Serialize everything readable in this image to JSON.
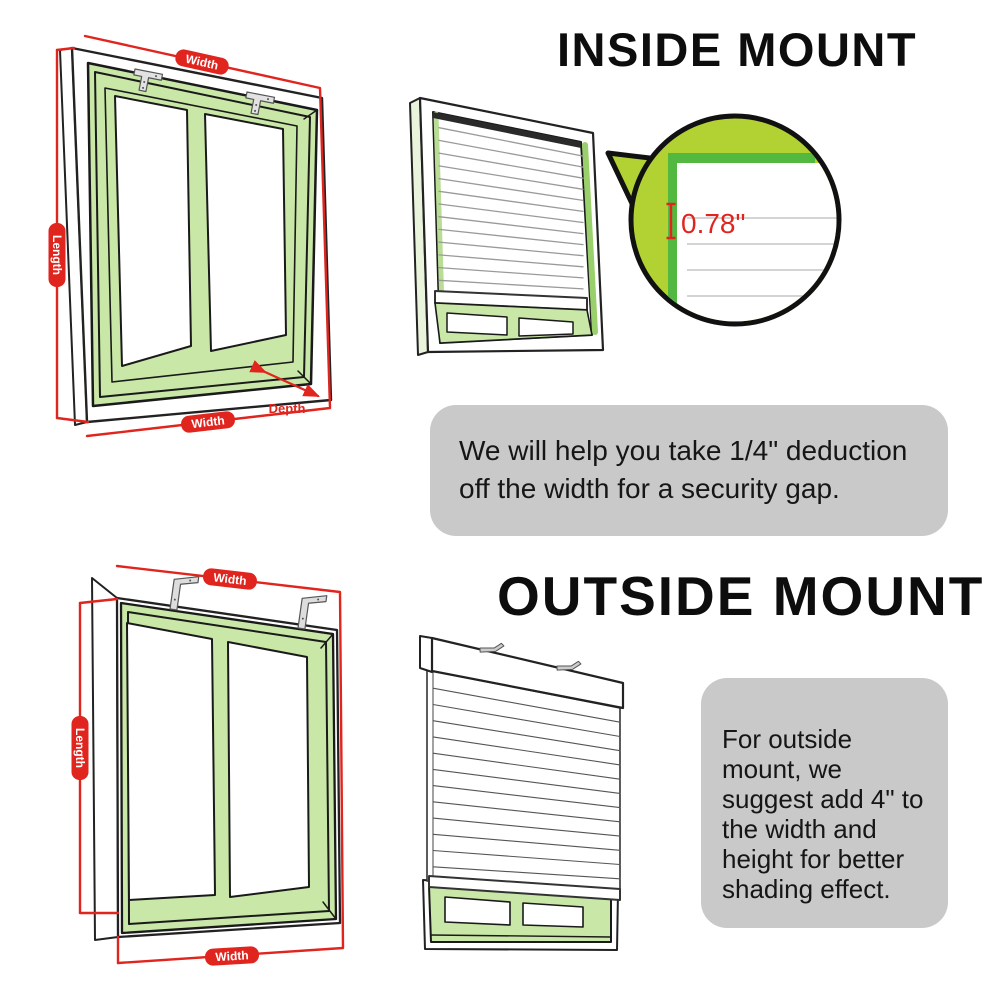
{
  "colors": {
    "red": "#e0251f",
    "frame_green": "#c9e7a6",
    "bubble_green": "#b2d233",
    "strip_green": "#52b83f",
    "note_bg": "#c9c9c9",
    "ink": "#0d0d0d"
  },
  "inside": {
    "title": "INSIDE MOUNT",
    "note": "We will help you take 1/4\" deduction\noff the width for a security gap.",
    "callout": {
      "measurement": "0.78\""
    },
    "labels": {
      "width_top": "Width",
      "length": "Length",
      "depth": "Depth",
      "width_bottom": "Width"
    }
  },
  "outside": {
    "title": "OUTSIDE MOUNT",
    "note": "For outside\nmount, we\nsuggest add 4\" to\nthe width and\nheight for better\nshading effect.",
    "labels": {
      "width_top": "Width",
      "length": "Length",
      "width_bottom": "Width"
    }
  }
}
